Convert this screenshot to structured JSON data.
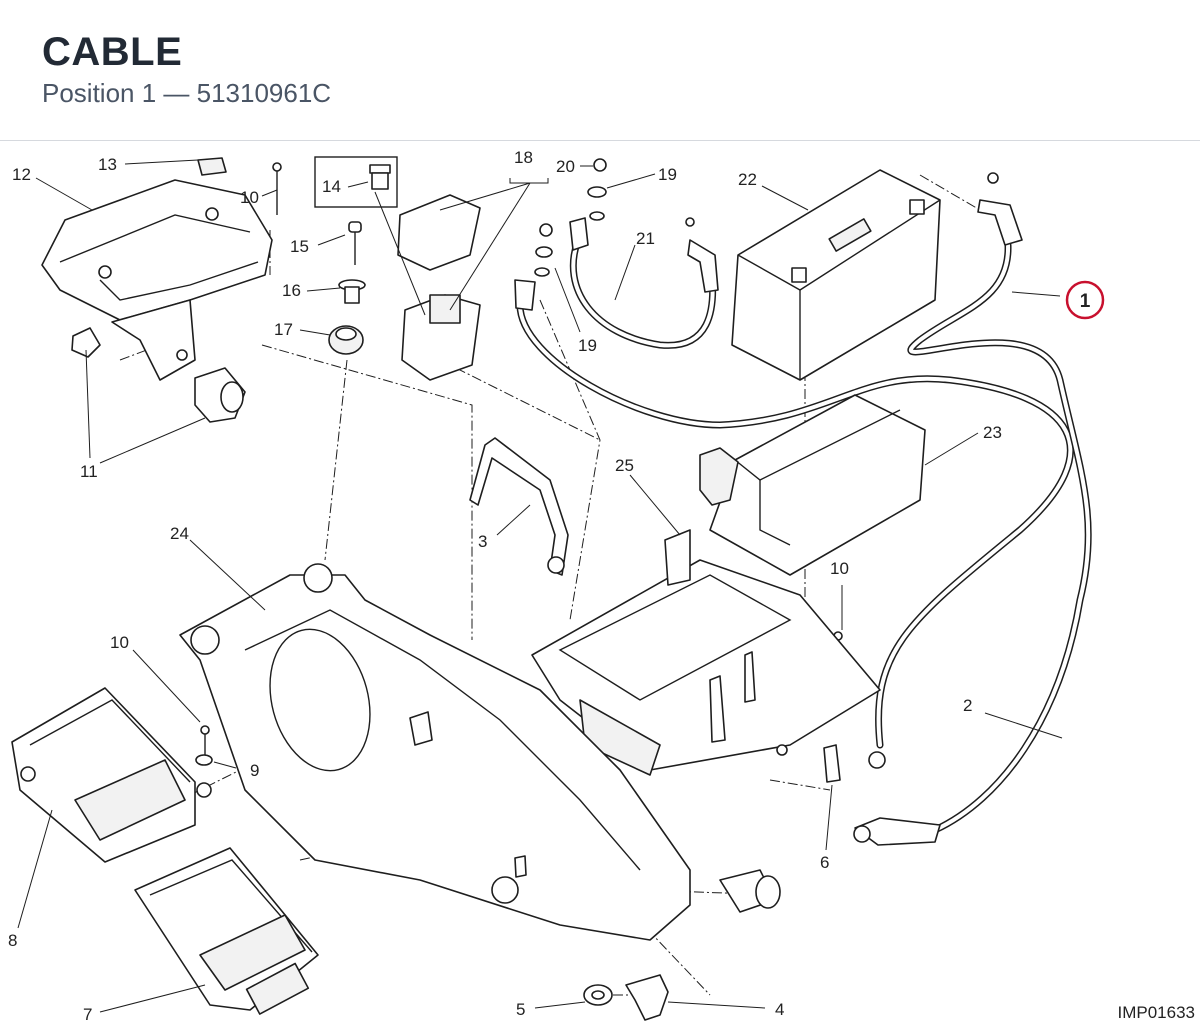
{
  "header": {
    "title": "CABLE",
    "subtitle": "Position 1 — 51310961C"
  },
  "diagram": {
    "code": "IMP01633",
    "highlight": "1",
    "callouts": {
      "c1": "1",
      "c2": "2",
      "c3": "3",
      "c4": "4",
      "c5": "5",
      "c6": "6",
      "c7": "7",
      "c8": "8",
      "c9": "9",
      "c10a": "10",
      "c10b": "10",
      "c10c": "10",
      "c11": "11",
      "c12": "12",
      "c13": "13",
      "c14": "14",
      "c15": "15",
      "c16": "16",
      "c17": "17",
      "c18": "18",
      "c19a": "19",
      "c19b": "19",
      "c20": "20",
      "c21": "21",
      "c22": "22",
      "c23": "23",
      "c24": "24",
      "c25": "25"
    }
  }
}
